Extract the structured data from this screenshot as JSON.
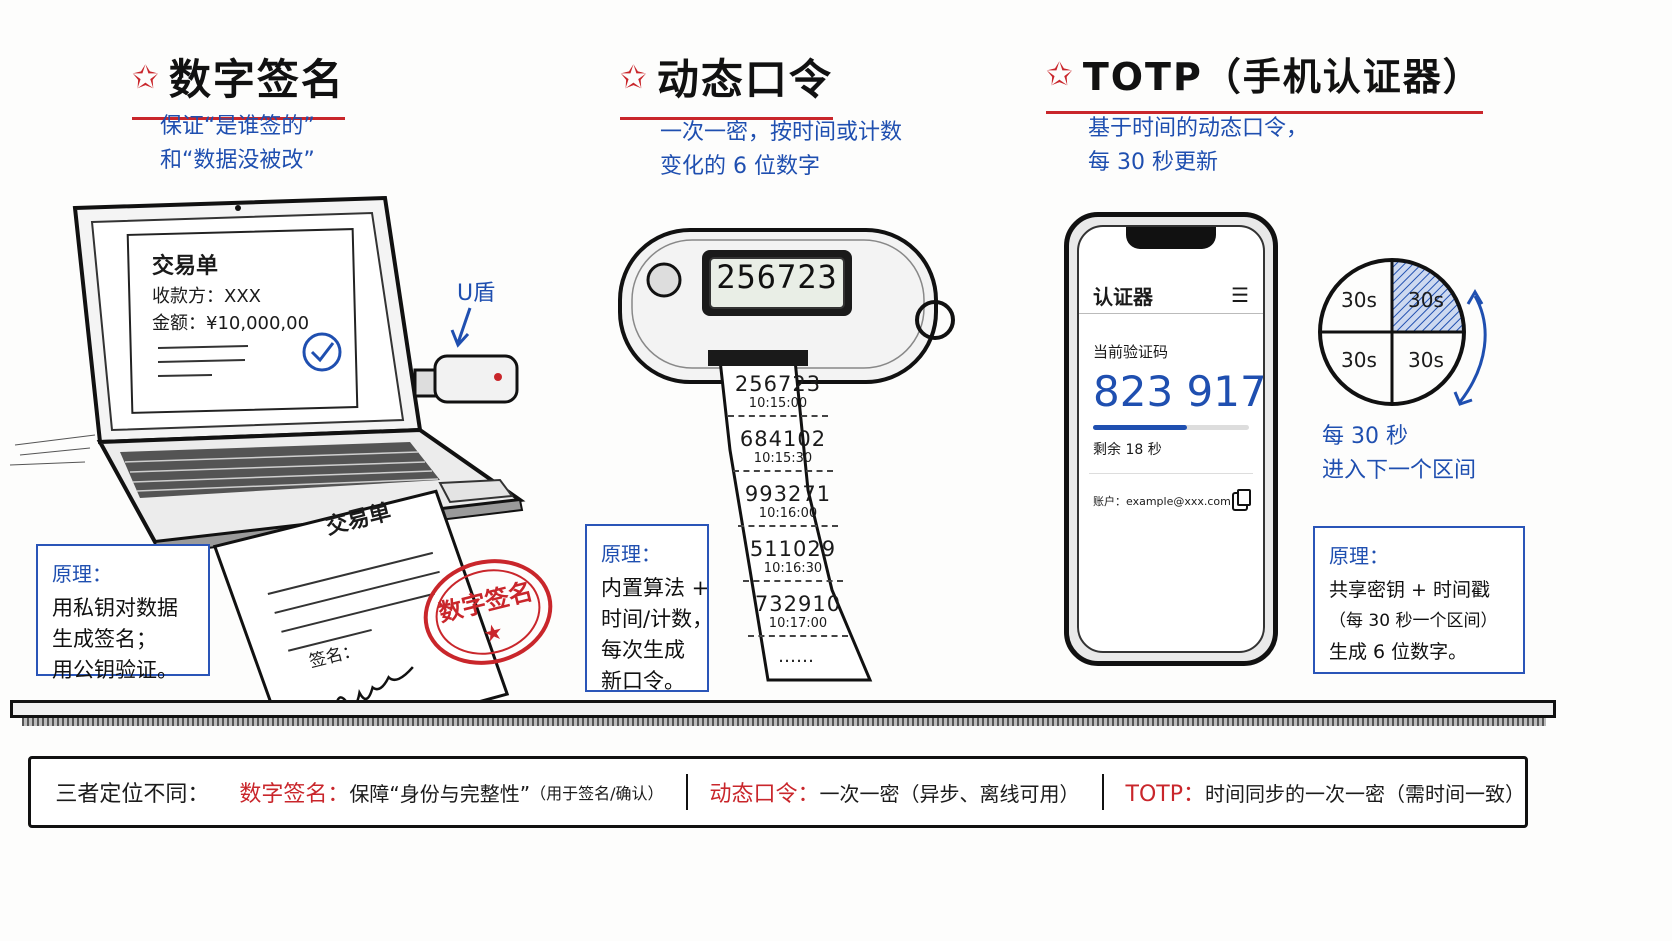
{
  "colors": {
    "accent_red": "#c9262b",
    "accent_blue": "#1f4fb0",
    "ink": "#1b1b1b"
  },
  "icons": [
    "star-icon",
    "check-circle-icon",
    "arrow-down-icon",
    "menu-icon",
    "copy-icon",
    "lightbulb-icon",
    "cycle-arrow-icon"
  ],
  "sections": {
    "signature": {
      "title": "数字签名",
      "sub1": "保证“是谁签的”",
      "sub2": "和“数据没被改”",
      "screen_title": "交易单",
      "screen_payee": "收款方：XXX",
      "screen_amount": "金额：¥10,000,00",
      "usb_label": "U盾",
      "paper_title": "交易单",
      "paper_sign_label": "签名：",
      "stamp_text": "数字签名",
      "note_title": "原理：",
      "note_lines": [
        "用私钥对数据",
        "生成签名；",
        "用公钥验证。"
      ]
    },
    "otp": {
      "title": "动态口令",
      "sub1": "一次一密，按时间或计数",
      "sub2": "变化的 6 位数字",
      "display_code": "256723",
      "tape": [
        {
          "code": "256723",
          "time": "10:15:00"
        },
        {
          "code": "684102",
          "time": "10:15:30"
        },
        {
          "code": "993271",
          "time": "10:16:00"
        },
        {
          "code": "511029",
          "time": "10:16:30"
        },
        {
          "code": "732910",
          "time": "10:17:00"
        }
      ],
      "tape_more": "……",
      "note_title": "原理：",
      "note_lines": [
        "内置算法 +",
        "时间/计数，",
        "每次生成",
        "新口令。"
      ]
    },
    "totp": {
      "title": "TOTP（手机认证器）",
      "sub1": "基于时间的动态口令，",
      "sub2": "每 30 秒更新",
      "app_title": "认证器",
      "code_label": "当前验证码",
      "code": "823 917",
      "progress": 0.6,
      "remaining": "剩余 18 秒",
      "account": "账户：example@xxx.com",
      "clock_labels": [
        "30s",
        "30s",
        "30s",
        "30s"
      ],
      "clock_caption1": "每 30 秒",
      "clock_caption2": "进入下一个区间",
      "note_title": "原理：",
      "note_lines": [
        "共享密钥 + 时间戳",
        "（每 30 秒一个区间）",
        "生成 6 位数字。"
      ]
    }
  },
  "footer": {
    "lead": "三者定位不同：",
    "items": [
      {
        "name": "数字签名：",
        "desc": "保障“身份与完整性”",
        "extra": "（用于签名/确认）"
      },
      {
        "name": "动态口令：",
        "desc": "一次一密（异步、离线可用）",
        "extra": ""
      },
      {
        "name": "TOTP：",
        "desc": "时间同步的一次一密（需时间一致）",
        "extra": ""
      }
    ]
  }
}
